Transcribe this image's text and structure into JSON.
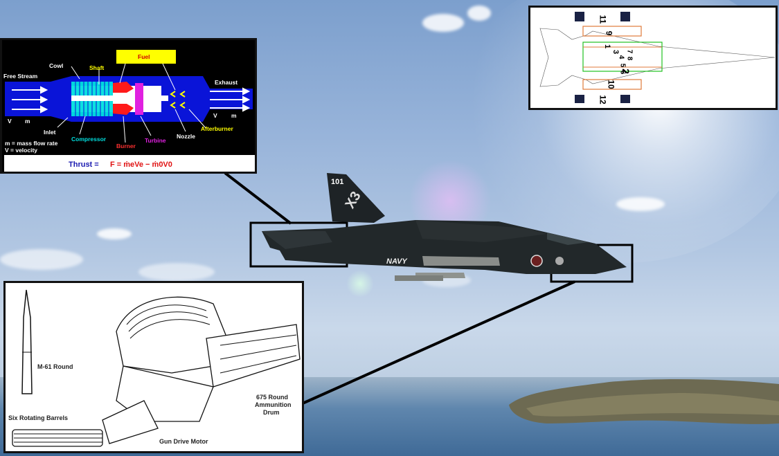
{
  "engine": {
    "free_stream": "Free Stream",
    "cowl": "Cowl",
    "shaft": "Shaft",
    "fuel": "Fuel",
    "exhaust": "Exhaust",
    "inlet": "Inlet",
    "compressor": "Compressor",
    "burner": "Burner",
    "turbine": "Turbine",
    "nozzle": "Nozzle",
    "afterburner": "Afterburner",
    "v0": "V",
    "m0": "m",
    "ve": "V",
    "me": "m",
    "legend_m": "m  =  mass flow rate",
    "legend_v": "V  =  velocity",
    "thrust_label": "Thrust  =",
    "thrust_eq": "F  =  ṁeVe  −  ṁ0V0"
  },
  "plan": {
    "numbers": [
      "11",
      "9",
      "1",
      "3",
      "4",
      "7",
      "8",
      "5",
      "6",
      "2",
      "10",
      "12"
    ]
  },
  "gun": {
    "round": "M-61 Round",
    "barrels": "Six Rotating Barrels",
    "motor": "Gun Drive Motor",
    "drum_l1": "675 Round",
    "drum_l2": "Ammunition",
    "drum_l3": "Drum"
  },
  "jet": {
    "tail_number": "101",
    "tail_code": "X3",
    "navy": "NAVY"
  },
  "colors": {
    "engine_blue": "#0a14d8",
    "fuel_yellow": "#ffff00",
    "compressor_cyan": "#00dede",
    "burner_red": "#ff1a1a",
    "turbine_magenta": "#e020e0"
  }
}
